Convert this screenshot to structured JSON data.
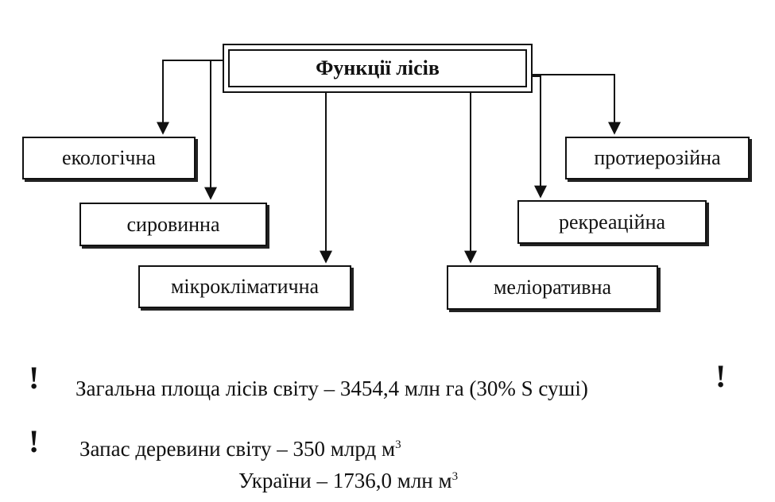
{
  "diagram": {
    "root": "Функції лісів",
    "functions": {
      "ecological": "екологічна",
      "raw": "сировинна",
      "microclimatic": "мікрокліматична",
      "meliorative": "меліоративна",
      "recreational": "рекреаційна",
      "antierosion": "протиерозійна"
    }
  },
  "notes": {
    "bang": "!",
    "area": "Загальна площа лісів світу – 3454,4 млн га (30% S суші)",
    "stock_world": "Запас деревини світу – 350 млрд м",
    "stock_world_sup": "3",
    "stock_ukraine": "України – 1736,0 млн м",
    "stock_ukraine_sup": "3"
  }
}
